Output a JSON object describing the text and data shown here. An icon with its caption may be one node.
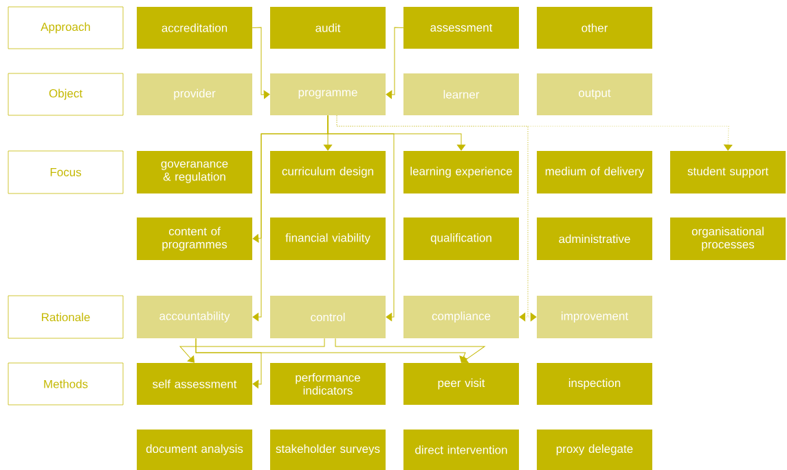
{
  "diagram": {
    "nodes": [
      {
        "text": [
          "Approach"
        ]
      },
      {
        "text": [
          "accreditation"
        ]
      },
      {
        "text": [
          "audit"
        ]
      },
      {
        "text": [
          "assessment"
        ]
      },
      {
        "text": [
          "other"
        ]
      },
      {
        "text": [
          "Object"
        ]
      },
      {
        "text": [
          "provider"
        ]
      },
      {
        "text": [
          "programme"
        ]
      },
      {
        "text": [
          "learner"
        ]
      },
      {
        "text": [
          "output"
        ]
      },
      {
        "text": [
          "Focus"
        ]
      },
      {
        "text": [
          "goveranance & regulation"
        ]
      },
      {
        "text": [
          "curriculum design"
        ]
      },
      {
        "text": [
          "learning experience"
        ]
      },
      {
        "text": [
          "medium of delivery"
        ]
      },
      {
        "text": [
          "student support"
        ]
      },
      {
        "text": [
          "content of programmes"
        ]
      },
      {
        "text": [
          "financial viability"
        ]
      },
      {
        "text": [
          "qualification"
        ]
      },
      {
        "text": [
          "administrative"
        ]
      },
      {
        "text": [
          "organisational processes"
        ]
      },
      {
        "text": [
          "Rationale"
        ]
      },
      {
        "text": [
          "accountability"
        ]
      },
      {
        "text": [
          "control"
        ]
      },
      {
        "text": [
          "compliance"
        ]
      },
      {
        "text": [
          "improvement"
        ]
      },
      {
        "text": [
          "Methods"
        ]
      },
      {
        "text": [
          "self assessment"
        ]
      },
      {
        "text": [
          "performance indicators"
        ]
      },
      {
        "text": [
          "peer visit"
        ]
      },
      {
        "text": [
          "inspection"
        ]
      },
      {
        "text": [
          "document analysis"
        ]
      },
      {
        "text": [
          "stakeholder surveys"
        ]
      },
      {
        "text": [
          "direct intervention"
        ]
      },
      {
        "text": [
          "proxy delegate"
        ]
      }
    ],
    "edges": [
      {
        "from": 1,
        "to": 7,
        "arrow": "to"
      },
      {
        "from": 3,
        "to": 7,
        "arrow": "to"
      },
      {
        "from": 7,
        "to": 12,
        "arrow": "to"
      },
      {
        "from": 7,
        "to": 13,
        "arrow": "to"
      },
      {
        "from": 7,
        "to": 16,
        "arrow": "to"
      },
      {
        "from": 7,
        "to": 22,
        "arrow": "to"
      },
      {
        "from": 7,
        "to": 23,
        "arrow": "to"
      },
      {
        "from": 7,
        "to": 15,
        "arrow": "to",
        "style": "dashed",
        "color": "#e0da86"
      },
      {
        "from": 7,
        "to": 24,
        "arrow": "to",
        "style": "dashed",
        "color": "#e0da86"
      },
      {
        "from": 7,
        "to": 25,
        "arrow": "to",
        "style": "dashed",
        "color": "#e0da86"
      },
      {
        "from": 22,
        "to": 29,
        "arrow": "to"
      },
      {
        "from": 22,
        "to": 27,
        "arrow": "to"
      },
      {
        "from": 23,
        "to": 27,
        "arrow": "to"
      },
      {
        "from": 23,
        "to": 29,
        "arrow": "to"
      }
    ]
  }
}
